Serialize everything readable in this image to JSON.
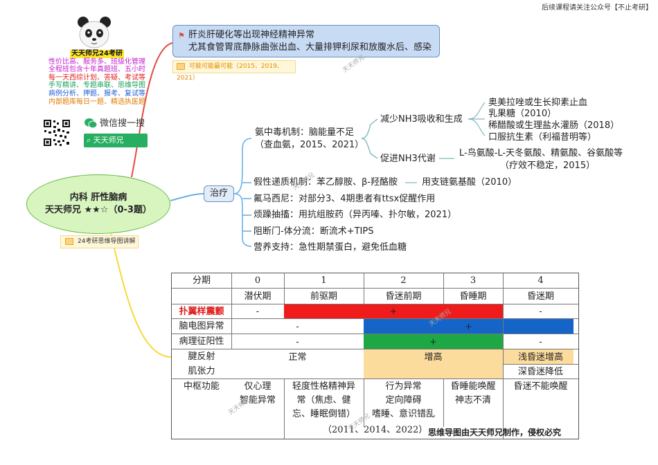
{
  "top_note": "后续课程请关注公众号【不止考研】",
  "ad": {
    "title": "天天师兄24考研",
    "lines": [
      {
        "text": "性价比高、服务多、班级化管理",
        "color": "#c21fcf"
      },
      {
        "text": "全程班包含十年真题班、五小时",
        "color": "#c21fcf"
      },
      {
        "text": "每一天西综计划、答疑、考试等",
        "color": "#e02020"
      },
      {
        "text": "手写精讲、专题串联、思维导图",
        "color": "#18a05a"
      },
      {
        "text": "病例分析、押题、报考、复试等",
        "color": "#1f5fd6"
      },
      {
        "text": "内部题库每日一题、精选执医题",
        "color": "#e07a00"
      }
    ],
    "wechat_search": "微信搜一搜",
    "wechat_button": "天天师兄"
  },
  "center": {
    "line1": "内科 肝性脑病",
    "line2": "天天师兄 ★★☆（0-3题）",
    "chip": "24考研思维导图讲解"
  },
  "callout": {
    "line1": "肝炎肝硬化等出现神经精神异常",
    "line2": "尤其食管胃底静脉曲张出血、大量排钾利尿和放腹水后、感染",
    "chip": "可能可能最可能（2015、2019、2021）"
  },
  "treatment": {
    "label": "治疗",
    "ammonia": {
      "line1": "氨中毒机制：脑能量不足",
      "line2": "（查血氨，2015、2021）"
    },
    "reduce_nh3": "减少NH3吸收和生成",
    "reduce_items": [
      "奥美拉唑或生长抑素止血",
      "乳果糖（2010）",
      "稀醋酸或生理盐水灌肠（2018）",
      "口服抗生素（利福昔明等）"
    ],
    "promote_nh3": "促进NH3代谢",
    "promote_item_line1": "L-鸟氨酸-L-天冬氨酸、精氨酸、谷氨酸等",
    "promote_item_line2": "（疗效不稳定，2015）",
    "false_nt": "假性递质机制：苯乙醇胺、β-羟酪胺",
    "false_nt_drug": "用支链氨基酸（2010）",
    "flumazenil": "氟马西尼：对部分3、4期患者有ttsx促醒作用",
    "agitation": "烦躁抽搐：用抗组胺药（异丙嗪、扑尔敏，2021）",
    "shunt": "阻断门-体分流：断流术+TIPS",
    "nutrition": "营养支持：急性期禁蛋白，避免低血糖"
  },
  "table": {
    "row_header": [
      "分期",
      "扑翼样震颤",
      "脑电图异常",
      "病理征阳性",
      "腱反射",
      "肌张力",
      "中枢功能"
    ],
    "stage_numbers": [
      "0",
      "1",
      "2",
      "3",
      "4"
    ],
    "stage_names": [
      "潜伏期",
      "前驱期",
      "昏迷前期",
      "昏睡期",
      "昏迷期"
    ],
    "tremor": [
      "-",
      "+",
      "-"
    ],
    "eeg": [
      "-",
      "+"
    ],
    "pathological_sign": [
      "-",
      "+",
      "-"
    ],
    "reflex_normal": "正常",
    "reflex_high": "增高",
    "reflex_shallow": "浅昏迷增高",
    "reflex_deep": "深昏迷降低",
    "cns": [
      [
        "仅心理",
        "智能异常"
      ],
      [
        "轻度性格精神异",
        "常（焦虑、健",
        "忘、睡眠倒错）"
      ],
      [
        "行为异常",
        "定向障碍",
        "嗜睡、意识错乱"
      ],
      [
        "昏睡能唤醒",
        "神志不清"
      ],
      [
        "昏迷不能唤醒"
      ]
    ],
    "years": "（2011、2014、2022）",
    "colors": {
      "tremor": "#f01c1c",
      "eeg": "#1565c8",
      "sign": "#1ea845",
      "reflex": "#fcdc9c",
      "header_red": "#e01818"
    }
  },
  "credit": "思维导图由天天师兄制作，侵权必究",
  "watermark": "天天师兄"
}
